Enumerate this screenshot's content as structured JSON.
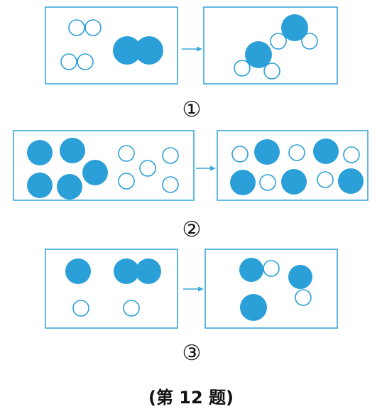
{
  "diagram": {
    "colors": {
      "frame": "#3aa7d8",
      "filled_atom": "#2a9fd8",
      "hollow_atom_fill": "#ffffff"
    },
    "panels": [
      {
        "label": "①"
      },
      {
        "label": "②"
      },
      {
        "label": "③"
      }
    ],
    "caption": "(第 12 题)"
  }
}
